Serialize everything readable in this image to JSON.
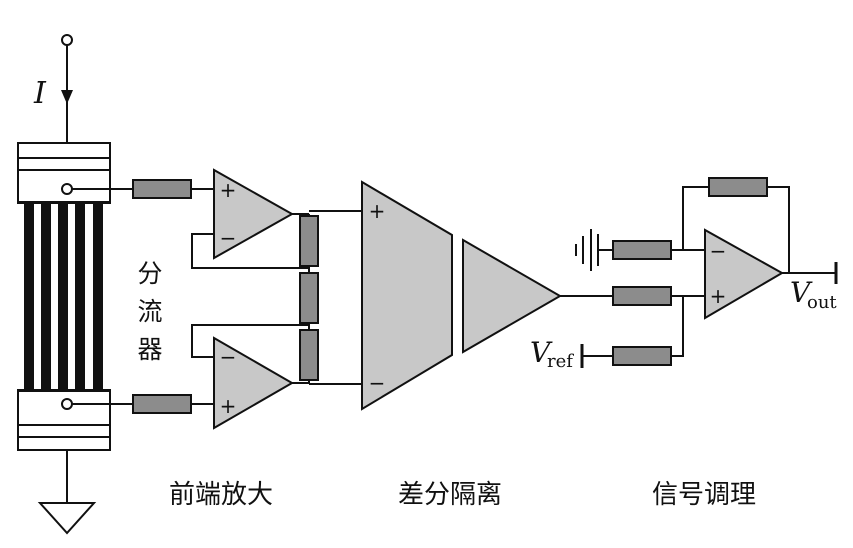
{
  "labels": {
    "current": "I",
    "shunt_line1": "分",
    "shunt_line2": "流",
    "shunt_line3": "器",
    "vref_main": "V",
    "vref_sub": "ref",
    "vout_main": "V",
    "vout_sub": "out",
    "stage_front": "前端放大",
    "stage_iso": "差分隔离",
    "stage_cond": "信号调理",
    "plus": "+",
    "minus": "−"
  },
  "colors": {
    "line": "#111111",
    "component_fill": "#c8c8c8",
    "resistor_fill": "#8c8c8c",
    "background": "#ffffff"
  },
  "icons": {
    "terminal": "open-circle-terminal",
    "ground": "ground-triangle-icon",
    "resistor": "resistor-rect-icon",
    "opamp": "opamp-triangle-icon",
    "capacitor_ground": "capacitor-ground-icon"
  }
}
